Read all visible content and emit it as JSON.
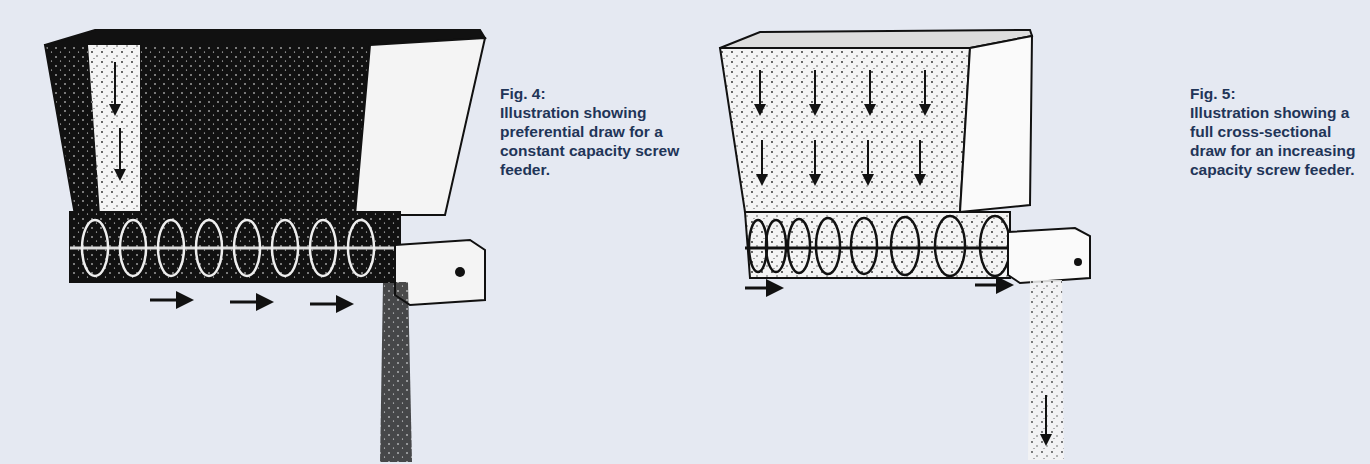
{
  "diagram": {
    "labels": [
      "Fig. 4:",
      "Illustration showing preferential draw for a constant capacity screw feeder.",
      "Fig. 5:",
      "Illustration showing a full cross-sectional draw for an increasing capacity screw feeder."
    ]
  }
}
